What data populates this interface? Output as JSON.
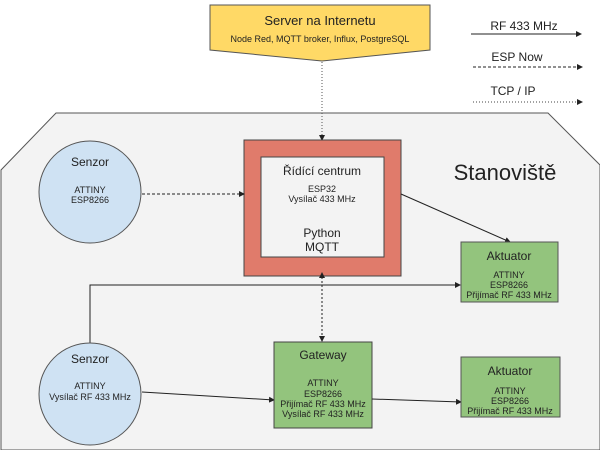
{
  "colors": {
    "server": "#ffd966",
    "control_outer": "#e07b6b",
    "sensor": "#cfe2f3",
    "green": "#93c47d",
    "area": "#f3f3f3"
  },
  "legend": {
    "rf": "RF 433 MHz",
    "esp_now": "ESP Now",
    "tcp": "TCP / IP"
  },
  "server": {
    "title": "Server na Internetu",
    "subtitle": "Node Red, MQTT broker, Influx, PostgreSQL"
  },
  "area_label": "Stanoviště",
  "control": {
    "title": "Řídící centrum",
    "line1": "ESP32",
    "line2": "Vysílač 433 MHz",
    "line3": "Python",
    "line4": "MQTT"
  },
  "sensor1": {
    "title": "Senzor",
    "line1": "ATTINY",
    "line2": "ESP8266"
  },
  "sensor2": {
    "title": "Senzor",
    "line1": "ATTINY",
    "line2": "Vysílač RF 433 MHz"
  },
  "actuator1": {
    "title": "Aktuator",
    "line1": "ATTINY",
    "line2": "ESP8266",
    "line3": "Přijímač RF 433 MHz"
  },
  "actuator2": {
    "title": "Aktuator",
    "line1": "ATTINY",
    "line2": "ESP8266",
    "line3": "Přijímač RF 433 MHz"
  },
  "gateway": {
    "title": "Gateway",
    "line1": "ATTINY",
    "line2": "ESP8266",
    "line3": "Přijímač RF 433 MHz",
    "line4": "Vysílač RF 433 MHz"
  }
}
